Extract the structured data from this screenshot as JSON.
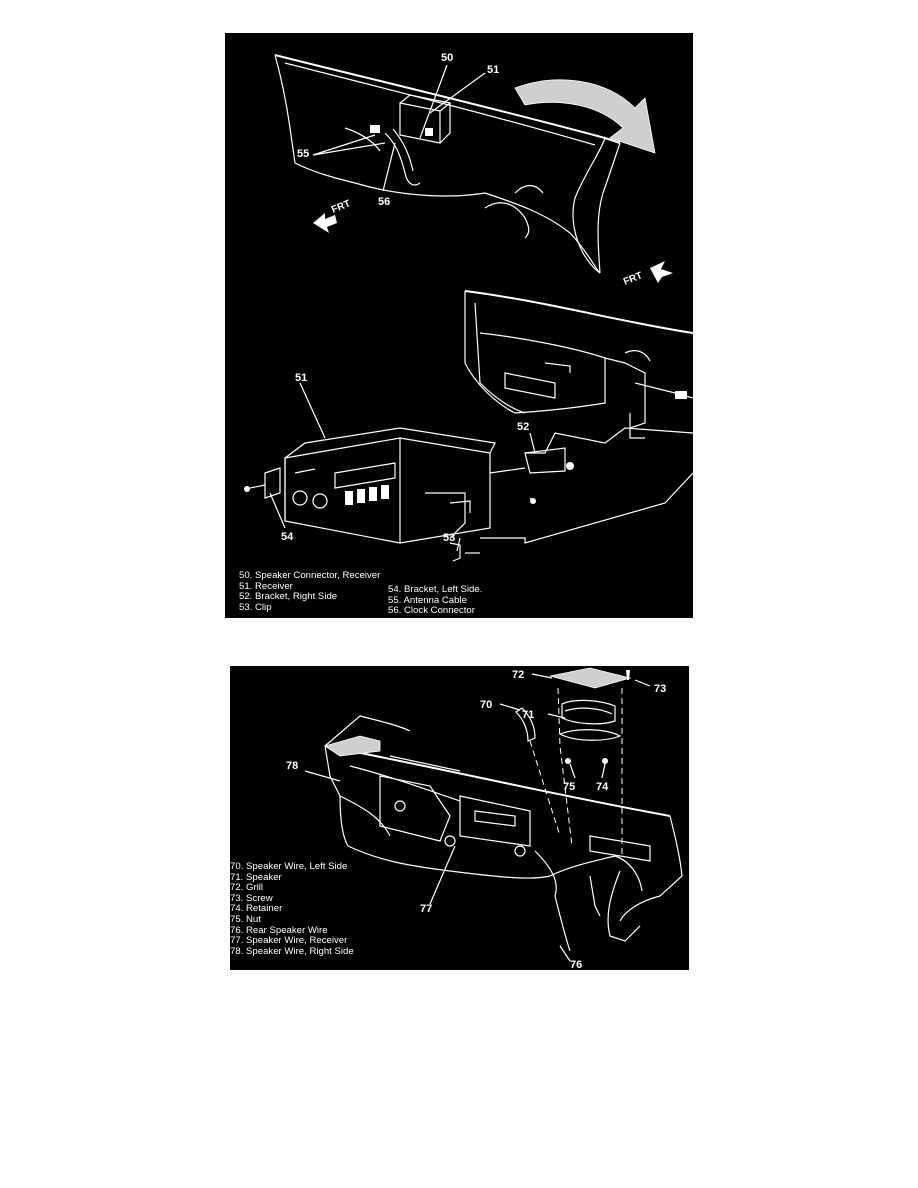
{
  "top_figure": {
    "callouts": {
      "c50": "50",
      "c51a": "51",
      "c51b": "51",
      "c52": "52",
      "c53": "53",
      "c54": "54",
      "c55": "55",
      "c56": "56"
    },
    "frt_labels": {
      "left": "FRT",
      "right": "FRT"
    },
    "legend_left": [
      "50.  Speaker Connector, Receiver",
      "51.  Receiver",
      "52.  Bracket, Right Side",
      "53.  Clip"
    ],
    "legend_right": [
      "54.  Bracket, Left Side.",
      "55.  Antenna Cable",
      "56.  Clock Connector"
    ]
  },
  "bottom_figure": {
    "callouts": {
      "c70": "70",
      "c71": "71",
      "c72": "72",
      "c73": "73",
      "c74": "74",
      "c75": "75",
      "c76": "76",
      "c77": "77",
      "c78": "78"
    },
    "legend": [
      "70.  Speaker Wire, Left Side",
      "71.  Speaker",
      "72.  Grill",
      "73.  Screw",
      "74.  Retainer",
      "75.  Nut",
      "76.  Rear Speaker Wire",
      "77.  Speaker Wire, Receiver",
      "78.  Speaker Wire, Right Side"
    ]
  }
}
